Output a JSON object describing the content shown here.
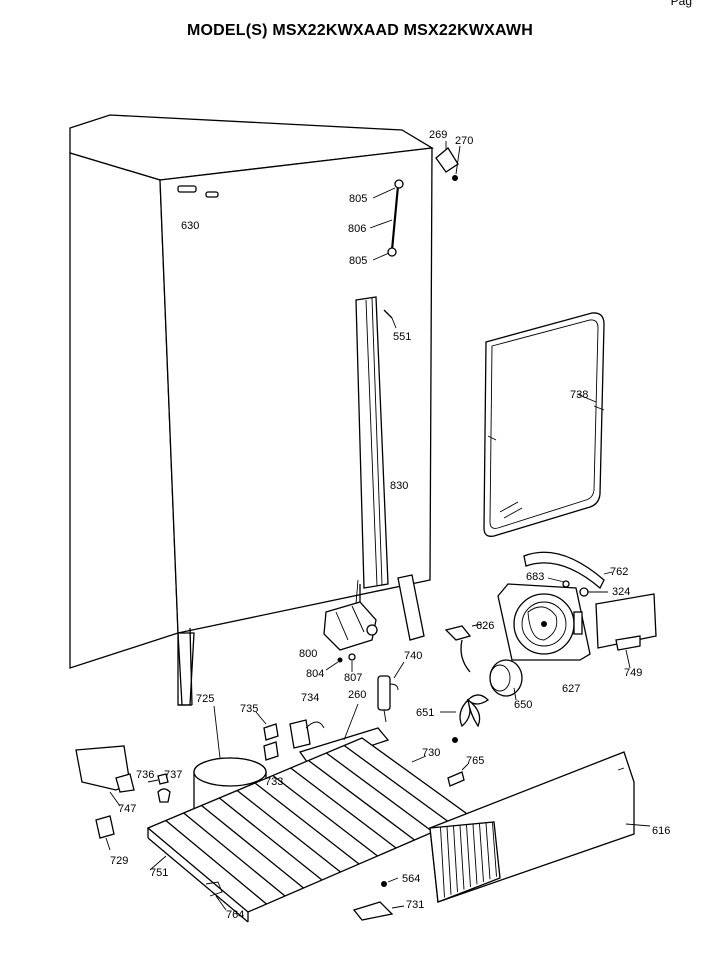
{
  "header": {
    "title": "MODEL(S) MSX22KWXAAD  MSX22KWXAWH",
    "corner_text": "Pag"
  },
  "parts": [
    {
      "id": "p269",
      "label": "269"
    },
    {
      "id": "p270",
      "label": "270"
    },
    {
      "id": "p630",
      "label": "630"
    },
    {
      "id": "p805a",
      "label": "805"
    },
    {
      "id": "p806",
      "label": "806"
    },
    {
      "id": "p805b",
      "label": "805"
    },
    {
      "id": "p551",
      "label": "551"
    },
    {
      "id": "p738",
      "label": "738"
    },
    {
      "id": "p830",
      "label": "830"
    },
    {
      "id": "p762",
      "label": "762"
    },
    {
      "id": "p683",
      "label": "683"
    },
    {
      "id": "p324",
      "label": "324"
    },
    {
      "id": "p626",
      "label": "626"
    },
    {
      "id": "p800",
      "label": "800"
    },
    {
      "id": "p740",
      "label": "740"
    },
    {
      "id": "p804",
      "label": "804"
    },
    {
      "id": "p807",
      "label": "807"
    },
    {
      "id": "p650",
      "label": "650"
    },
    {
      "id": "p627",
      "label": "627"
    },
    {
      "id": "p749",
      "label": "749"
    },
    {
      "id": "p725",
      "label": "725"
    },
    {
      "id": "p735",
      "label": "735"
    },
    {
      "id": "p734",
      "label": "734"
    },
    {
      "id": "p260",
      "label": "260"
    },
    {
      "id": "p651",
      "label": "651"
    },
    {
      "id": "p730",
      "label": "730"
    },
    {
      "id": "p736",
      "label": "736"
    },
    {
      "id": "p737",
      "label": "737"
    },
    {
      "id": "p733",
      "label": "733"
    },
    {
      "id": "p765",
      "label": "765"
    },
    {
      "id": "p747",
      "label": "747"
    },
    {
      "id": "p616",
      "label": "616"
    },
    {
      "id": "p729",
      "label": "729"
    },
    {
      "id": "p751",
      "label": "751"
    },
    {
      "id": "p564",
      "label": "564"
    },
    {
      "id": "p731",
      "label": "731"
    },
    {
      "id": "p764",
      "label": "764"
    }
  ]
}
